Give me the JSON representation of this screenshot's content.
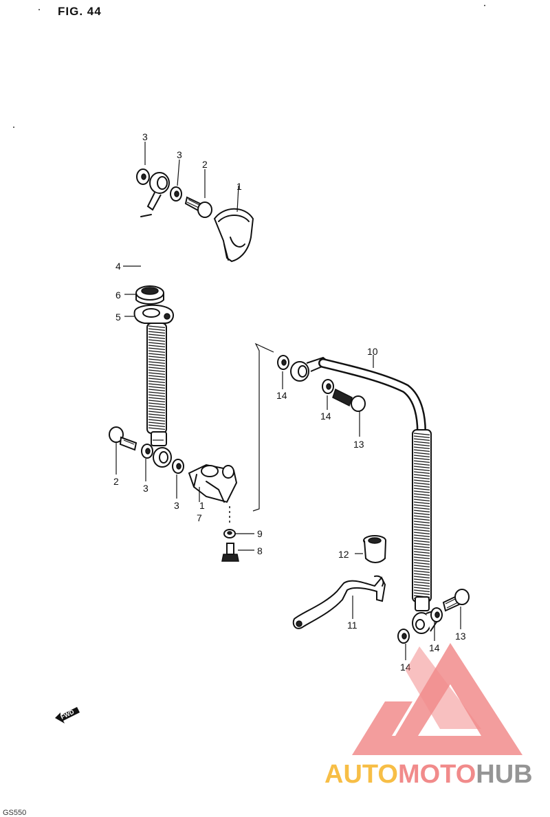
{
  "figure": {
    "title": "FIG. 44",
    "bottom_code": "GS550"
  },
  "callouts": [
    {
      "key": "c3a",
      "text": "3"
    },
    {
      "key": "c3b",
      "text": "3"
    },
    {
      "key": "c2a",
      "text": "2"
    },
    {
      "key": "c1a",
      "text": "1"
    },
    {
      "key": "c4",
      "text": "4"
    },
    {
      "key": "c6",
      "text": "6"
    },
    {
      "key": "c5",
      "text": "5"
    },
    {
      "key": "c10",
      "text": "10"
    },
    {
      "key": "c14a",
      "text": "14"
    },
    {
      "key": "c14b",
      "text": "14"
    },
    {
      "key": "c13a",
      "text": "13"
    },
    {
      "key": "c2b",
      "text": "2"
    },
    {
      "key": "c3c",
      "text": "3"
    },
    {
      "key": "c3d",
      "text": "3"
    },
    {
      "key": "c1b",
      "text": "1"
    },
    {
      "key": "c7",
      "text": "7"
    },
    {
      "key": "c9",
      "text": "9"
    },
    {
      "key": "c8",
      "text": "8"
    },
    {
      "key": "c12",
      "text": "12"
    },
    {
      "key": "c11",
      "text": "11"
    },
    {
      "key": "c13b",
      "text": "13"
    },
    {
      "key": "c14c",
      "text": "14"
    },
    {
      "key": "c14d",
      "text": "14"
    }
  ],
  "fwd_arrow": {
    "label": "FWD"
  },
  "watermark": {
    "brand_parts": [
      "AUTO",
      "MOTO",
      "HUB"
    ],
    "colors": {
      "triangle": "#f07f7f",
      "auto": "#f7b733",
      "moto": "#f07f7f",
      "hub": "#8a8a8a"
    }
  },
  "colors": {
    "ink": "#111111",
    "background": "#ffffff"
  }
}
